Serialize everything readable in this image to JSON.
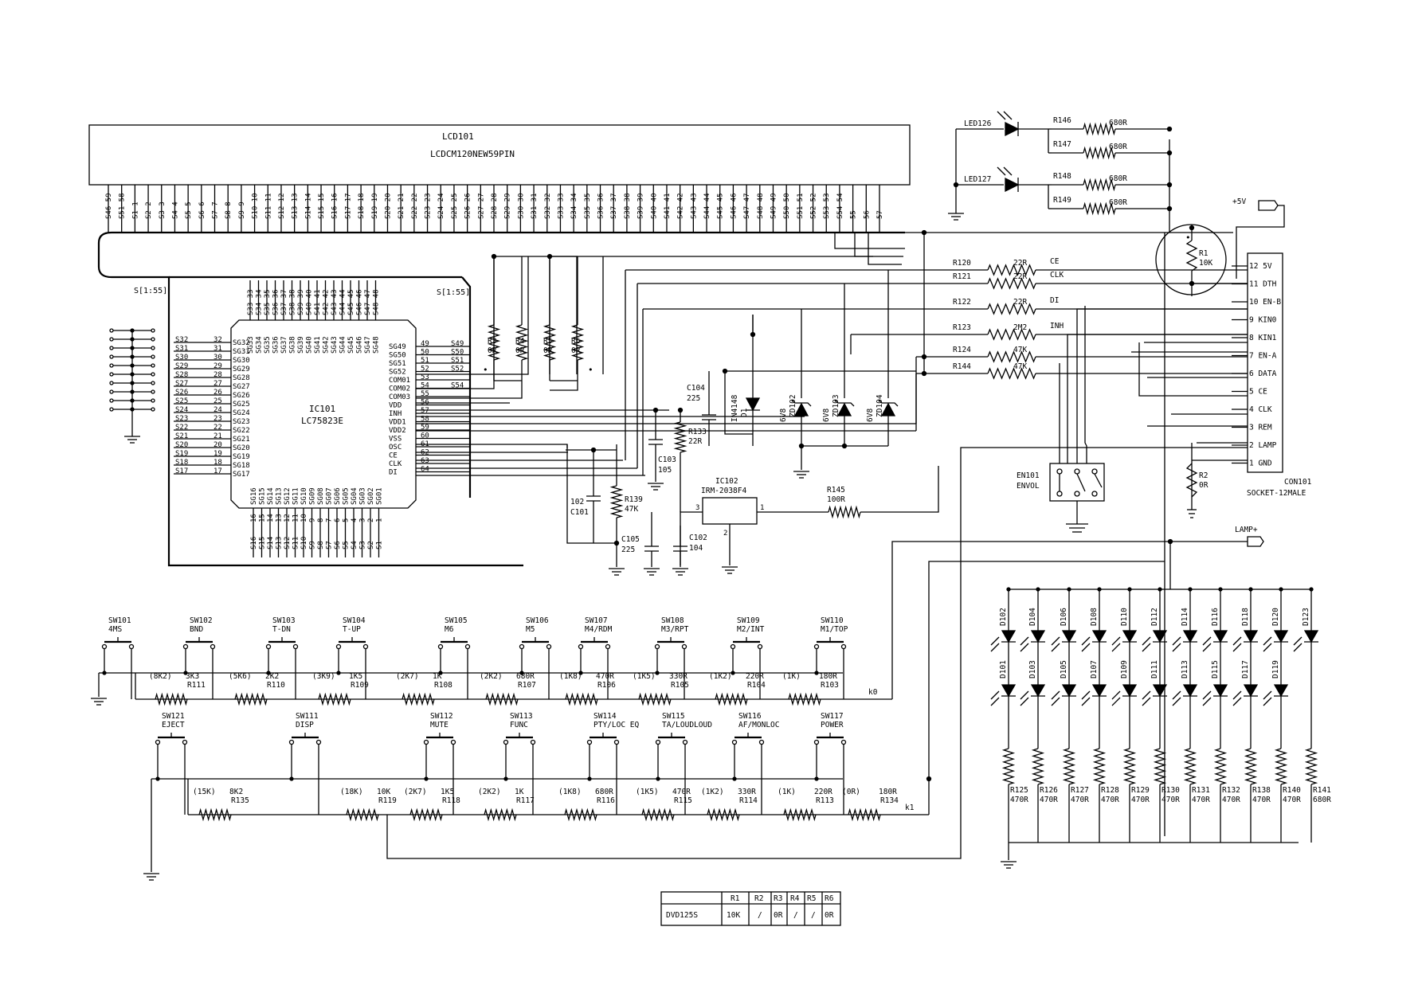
{
  "lcd": {
    "ref": "LCD101",
    "part": "LCDCM120NEW59PIN"
  },
  "lcd_pins": [
    "S46 59",
    "S51 58",
    "S1 1",
    "S2 2",
    "S3 3",
    "S4 4",
    "S5 5",
    "S6 6",
    "S7 7",
    "S8 8",
    "S9 9",
    "S10 10",
    "S11 11",
    "S12 12",
    "S13 13",
    "S14 14",
    "S15 15",
    "S16 16",
    "S17 17",
    "S18 18",
    "S19 19",
    "S20 20",
    "S21 21",
    "S22 22",
    "S23 23",
    "S24 24",
    "S25 25",
    "S26 26",
    "S27 27",
    "S28 28",
    "S29 29",
    "S30 30",
    "S31 31",
    "S32 32",
    "S33 33",
    "S34 34",
    "S35 35",
    "S36 36",
    "S37 37",
    "S38 38",
    "S39 39",
    "S40 40",
    "S41 41",
    "S42 42",
    "S43 43",
    "S44 44",
    "S45 45",
    "S46 46",
    "S47 47",
    "S48 48",
    "S49 49",
    "S50 50",
    "S51 51",
    "S52 52",
    "S53 53",
    "S54 54",
    "55",
    "56",
    "57"
  ],
  "bus_labels": {
    "left": "S[1:55]",
    "right": "S[1:55]"
  },
  "ic101": {
    "ref": "IC101",
    "part": "LC75823E",
    "top_pins": [
      "S33 33",
      "S34 34",
      "S35 35",
      "S36 36",
      "S37 37",
      "S38 38",
      "S39 39",
      "S40 40",
      "S41 41",
      "S42 42",
      "S43 43",
      "S44 44",
      "S45 45",
      "S46 46",
      "S47 47",
      "S48 48"
    ],
    "top_inside": [
      "SG33",
      "SG34",
      "SG35",
      "SG36",
      "SG37",
      "SG38",
      "SG39",
      "SG40",
      "SG41",
      "SG42",
      "SG43",
      "SG44",
      "SG45",
      "SG46",
      "SG47",
      "SG48"
    ],
    "left_pins": [
      [
        "S32",
        "32",
        "SG32"
      ],
      [
        "S31",
        "31",
        "SG31"
      ],
      [
        "S30",
        "30",
        "SG30"
      ],
      [
        "S29",
        "29",
        "SG29"
      ],
      [
        "S28",
        "28",
        "SG28"
      ],
      [
        "S27",
        "27",
        "SG27"
      ],
      [
        "S26",
        "26",
        "SG26"
      ],
      [
        "S25",
        "25",
        "SG25"
      ],
      [
        "S24",
        "24",
        "SG24"
      ],
      [
        "S23",
        "23",
        "SG23"
      ],
      [
        "S22",
        "22",
        "SG22"
      ],
      [
        "S21",
        "21",
        "SG21"
      ],
      [
        "S20",
        "20",
        "SG20"
      ],
      [
        "S19",
        "19",
        "SG19"
      ],
      [
        "S18",
        "18",
        "SG18"
      ],
      [
        "S17",
        "17",
        "SG17"
      ]
    ],
    "right_pins": [
      [
        "SG49",
        "49",
        "S49"
      ],
      [
        "SG50",
        "50",
        "S50"
      ],
      [
        "SG51",
        "51",
        "S51"
      ],
      [
        "SG52",
        "52",
        "S52"
      ],
      [
        "COM01",
        "53",
        ""
      ],
      [
        "COM02",
        "54",
        "S54"
      ],
      [
        "COM03",
        "55",
        ""
      ],
      [
        "VDD",
        "56",
        ""
      ],
      [
        "INH",
        "57",
        ""
      ],
      [
        "VDD1",
        "58",
        ""
      ],
      [
        "VDD2",
        "59",
        ""
      ],
      [
        "VSS",
        "60",
        ""
      ],
      [
        "OSC",
        "61",
        ""
      ],
      [
        "CE",
        "62",
        ""
      ],
      [
        "CLK",
        "63",
        ""
      ],
      [
        "DI",
        "64",
        ""
      ]
    ],
    "bottom_inside": [
      "SG16",
      "SG15",
      "SG14",
      "SG13",
      "SG12",
      "SG11",
      "SG10",
      "SG09",
      "SG08",
      "SG07",
      "SG06",
      "SG05",
      "SG04",
      "SG03",
      "SG02",
      "SG01"
    ],
    "bottom_nums": [
      "16",
      "15",
      "14",
      "13",
      "12",
      "11",
      "10",
      "9",
      "8",
      "7",
      "6",
      "5",
      "4",
      "3",
      "2",
      "1"
    ],
    "bottom_pins": [
      "S16",
      "S15",
      "S14",
      "S13",
      "S12",
      "S11",
      "S10",
      "S9",
      "S8",
      "S7",
      "S6",
      "S5",
      "S4",
      "S3",
      "S2",
      "S1"
    ]
  },
  "jumpers": [
    {
      "ref": "R3",
      "val": "0R"
    },
    {
      "ref": "R4",
      "val": "0R"
    },
    {
      "ref": "R5",
      "val": "0R"
    },
    {
      "ref": "R6",
      "val": "0R"
    }
  ],
  "caps": {
    "c104": [
      "C104",
      "225"
    ],
    "c103": [
      "C103",
      "105"
    ],
    "c101": [
      "102",
      "C101"
    ],
    "c105": [
      "C105",
      "225"
    ],
    "c102": [
      "C102",
      "104"
    ]
  },
  "resistors_mid": {
    "r133": [
      "R133",
      "22R"
    ],
    "r139": [
      "R139",
      "47K"
    ],
    "r145": [
      "R145",
      "100R"
    ]
  },
  "ic102": {
    "ref": "IC102",
    "part": "IRM-2038F4",
    "pins": [
      "3",
      "1",
      "2"
    ]
  },
  "diodes": {
    "d1": [
      "IN4148",
      "D1"
    ],
    "zd102": [
      "6V8",
      "ZD102"
    ],
    "zd103": [
      "6V8",
      "ZD103"
    ],
    "zd104": [
      "6V8",
      "ZD104"
    ]
  },
  "leds_top": [
    {
      "ref": "LED126"
    },
    {
      "ref": "LED127"
    }
  ],
  "led_resistors": [
    [
      "R146",
      "680R"
    ],
    [
      "R147",
      "680R"
    ],
    [
      "R148",
      "680R"
    ],
    [
      "R149",
      "680R"
    ]
  ],
  "signal_resistors": [
    [
      "R120",
      "22R",
      "CE"
    ],
    [
      "R121",
      "22R",
      "CLK"
    ],
    [
      "R122",
      "22R",
      "DI"
    ],
    [
      "R123",
      "2M2",
      "INH"
    ],
    [
      "R124",
      "47K",
      ""
    ],
    [
      "R144",
      "47K",
      ""
    ]
  ],
  "power": {
    "vcc": "+5V",
    "lamp": "LAMP+"
  },
  "r1": [
    "R1",
    "10K"
  ],
  "r2": [
    "R2",
    "0R"
  ],
  "encoder": [
    "EN101",
    "ENVOL"
  ],
  "con101": {
    "ref": "CON101",
    "part": "SOCKET-12MALE",
    "pins": [
      "12 5V",
      "11 DTH",
      "10 EN-B",
      "9 KIN0",
      "8 KIN1",
      "7 EN-A",
      "6 DATA",
      "5 CE",
      "4 CLK",
      "3 REM",
      "2 LAMP",
      "1 GND"
    ]
  },
  "switch_row1": [
    {
      "ref": "SW101",
      "fn": "4MS"
    },
    {
      "ref": "SW102",
      "fn": "BND"
    },
    {
      "ref": "SW103",
      "fn": "T-DN"
    },
    {
      "ref": "SW104",
      "fn": "T-UP"
    },
    {
      "ref": "SW105",
      "fn": "M6"
    },
    {
      "ref": "SW106",
      "fn": "M5"
    },
    {
      "ref": "SW107",
      "fn": "M4/RDM"
    },
    {
      "ref": "SW108",
      "fn": "M3/RPT"
    },
    {
      "ref": "SW109",
      "fn": "M2/INT"
    },
    {
      "ref": "SW110",
      "fn": "M1/TOP"
    }
  ],
  "res_row1": [
    {
      "alt": "(8K2)",
      "val": "3K3",
      "ref": "R111"
    },
    {
      "alt": "(5K6)",
      "val": "2K2",
      "ref": "R110"
    },
    {
      "alt": "(3K9)",
      "val": "1K5",
      "ref": "R109"
    },
    {
      "alt": "(2K7)",
      "val": "1K",
      "ref": "R108"
    },
    {
      "alt": "(2K2)",
      "val": "680R",
      "ref": "R107"
    },
    {
      "alt": "(1K8)",
      "val": "470R",
      "ref": "R106"
    },
    {
      "alt": "(1K5)",
      "val": "330R",
      "ref": "R105"
    },
    {
      "alt": "(1K2)",
      "val": "220R",
      "ref": "R104"
    },
    {
      "alt": "(1K)",
      "val": "180R",
      "ref": "R103"
    }
  ],
  "net_k0": "k0",
  "switch_row2": [
    {
      "ref": "SW121",
      "fn": "EJECT"
    },
    {
      "ref": "SW111",
      "fn": "DISP"
    },
    {
      "ref": "SW112",
      "fn": "MUTE"
    },
    {
      "ref": "SW113",
      "fn": "FUNC"
    },
    {
      "ref": "SW114",
      "fn": "PTY/LOC EQ"
    },
    {
      "ref": "SW115",
      "fn": "TA/LOUDLOUD"
    },
    {
      "ref": "SW116",
      "fn": "AF/MONLOC"
    },
    {
      "ref": "SW117",
      "fn": "POWER"
    }
  ],
  "res_row2": [
    {
      "alt": "(15K)",
      "val": "8K2",
      "ref": "R135"
    },
    {
      "alt": "(18K)",
      "val": "10K",
      "ref": "R119"
    },
    {
      "alt": "(2K7)",
      "val": "1K5",
      "ref": "R118"
    },
    {
      "alt": "(2K2)",
      "val": "1K",
      "ref": "R117"
    },
    {
      "alt": "(1K8)",
      "val": "680R",
      "ref": "R116"
    },
    {
      "alt": "(1K5)",
      "val": "470R",
      "ref": "R115"
    },
    {
      "alt": "(1K2)",
      "val": "330R",
      "ref": "R114"
    },
    {
      "alt": "(1K)",
      "val": "220R",
      "ref": "R113"
    },
    {
      "alt": "(0R)",
      "val": "180R",
      "ref": "R134"
    }
  ],
  "net_k1": "k1",
  "led_top_row": [
    "D102",
    "D104",
    "D106",
    "D108",
    "D110",
    "D112",
    "D114",
    "D116",
    "D118",
    "D120",
    "D123"
  ],
  "led_bottom_row": [
    "D101",
    "D103",
    "D105",
    "D107",
    "D109",
    "D111",
    "D113",
    "D115",
    "D117",
    "D119"
  ],
  "led_series_res": [
    [
      "R125",
      "470R"
    ],
    [
      "R126",
      "470R"
    ],
    [
      "R127",
      "470R"
    ],
    [
      "R128",
      "470R"
    ],
    [
      "R129",
      "470R"
    ],
    [
      "R130",
      "470R"
    ],
    [
      "R131",
      "470R"
    ],
    [
      "R132",
      "470R"
    ],
    [
      "R138",
      "470R"
    ],
    [
      "R140",
      "470R"
    ],
    [
      "R141",
      "680R"
    ]
  ],
  "variant_table": {
    "headers": [
      "",
      "R1",
      "R2",
      "R3",
      "R4",
      "R5",
      "R6"
    ],
    "row": [
      "DVD125S",
      "10K",
      "/",
      "0R",
      "/",
      "/",
      "0R"
    ]
  }
}
